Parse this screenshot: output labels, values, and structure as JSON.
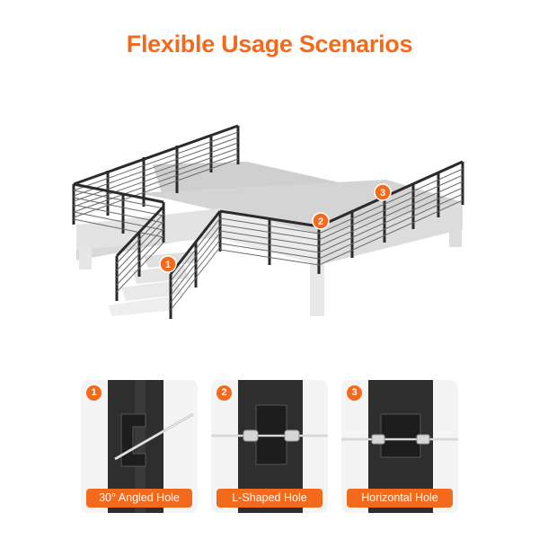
{
  "title": "Flexible Usage Scenarios",
  "accent_color": "#f36a1d",
  "hero": {
    "markers": [
      "1",
      "2",
      "3"
    ]
  },
  "cards": [
    {
      "number": "1",
      "label": "30° Angled Hole",
      "icon": "angled-hole-post-icon"
    },
    {
      "number": "2",
      "label": "L-Shaped Hole",
      "icon": "l-shaped-hole-post-icon"
    },
    {
      "number": "3",
      "label": "Horizontal Hole",
      "icon": "horizontal-hole-post-icon"
    }
  ]
}
